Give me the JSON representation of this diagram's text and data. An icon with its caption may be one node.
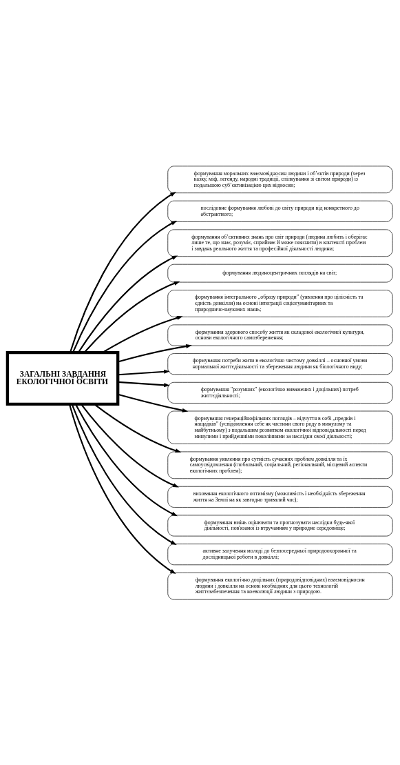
{
  "diagram": {
    "nodes": [
      {
        "text": [
          "ЗАГАЛЬНІ ЗАВДАННЯ ЕКОЛОГІЧНОЇ ОСВІТИ"
        ]
      },
      {
        "text": [
          "формування моральних взаємовідносин людини і об’єктів природи (через казку, міф, легенду, народні традиції, спілкування зі світом природи) із подальшою суб’єктивізацією цих відносин;"
        ]
      },
      {
        "text": [
          "послідовне формування любові до світу природи від конкретного до абстрактного;"
        ]
      },
      {
        "text": [
          "формування об’єктивних знань про світ природи (людина любить і оберігає лише те, що знає, розуміє, сприймає й може пояснити) в контексті проблем і завдань реального життя та професійної діяльності людини;"
        ]
      },
      {
        "text": [
          "формування людиноцентричних поглядів на світ;"
        ]
      },
      {
        "text": [
          "формування інтегрального „образу природи” (уявлення про цілісність та єдність довкілля) на основі інтеграції соціогуманітарних та природничо-наукових знань;"
        ]
      },
      {
        "text": [
          "формування здорового способу життя як складової екологічної культури, основи екологічного самозбереження;"
        ]
      },
      {
        "text": [
          "формування потреби жити в екологічно чистому довкіллі – основної умови нормальної життєдіяльності та збереження людини як біологічного виду;"
        ]
      },
      {
        "text": [
          "формування \"розумних\" (екологічно виважених і доцільних) потреб життєдіяльності;"
        ]
      },
      {
        "text": [
          "формування генераційнофільних поглядів – відчуття в собі „предків і нащадків” (усвідомлення себе як частини свого роду в минулому та майбутньому) з подальшим розвитком екологічної відповідальності перед минулими і прийдешніми поколіннями за наслідки своєї діяльності;"
        ]
      },
      {
        "text": [
          "формування уявлення про сутність сучасних проблем довкілля та їх самоусвідомлення (глобальний, соціальний, регіональний, місцевий аспекти екологічних проблем);"
        ]
      },
      {
        "text": [
          "виховання екологічного оптимізму (можливість і необхідність збереження життя на Землі на як завгодно тривалий час);"
        ]
      },
      {
        "text": [
          "формування вмінь оцінювати та прогнозувати наслідки будь-якої діяльності, пов'язаної із втручанням у природне середовище;"
        ]
      },
      {
        "text": [
          "активне залучення молоді до безпосередньої природоохоронної та дослідницької роботи в довкіллі;"
        ]
      },
      {
        "text": [
          "формування екологічно доцільних (природовідповідних) взаємовідносин людини і довкілля на основі необхідних для цього технологій життєзабезпечення та коеволюції людини з природою."
        ]
      }
    ],
    "edges": [
      {
        "from": 0,
        "to": 1,
        "arrow": "to"
      },
      {
        "from": 0,
        "to": 2,
        "arrow": "to"
      },
      {
        "from": 0,
        "to": 3,
        "arrow": "to"
      },
      {
        "from": 0,
        "to": 4,
        "arrow": "to"
      },
      {
        "from": 0,
        "to": 5,
        "arrow": "to"
      },
      {
        "from": 0,
        "to": 6,
        "arrow": "to"
      },
      {
        "from": 0,
        "to": 7,
        "arrow": "to"
      },
      {
        "from": 0,
        "to": 8,
        "arrow": "to"
      },
      {
        "from": 0,
        "to": 9,
        "arrow": "to"
      },
      {
        "from": 0,
        "to": 10,
        "arrow": "to"
      },
      {
        "from": 0,
        "to": 11,
        "arrow": "to"
      },
      {
        "from": 0,
        "to": 12,
        "arrow": "to"
      },
      {
        "from": 0,
        "to": 13,
        "arrow": "to"
      },
      {
        "from": 0,
        "to": 14,
        "arrow": "to"
      }
    ]
  }
}
